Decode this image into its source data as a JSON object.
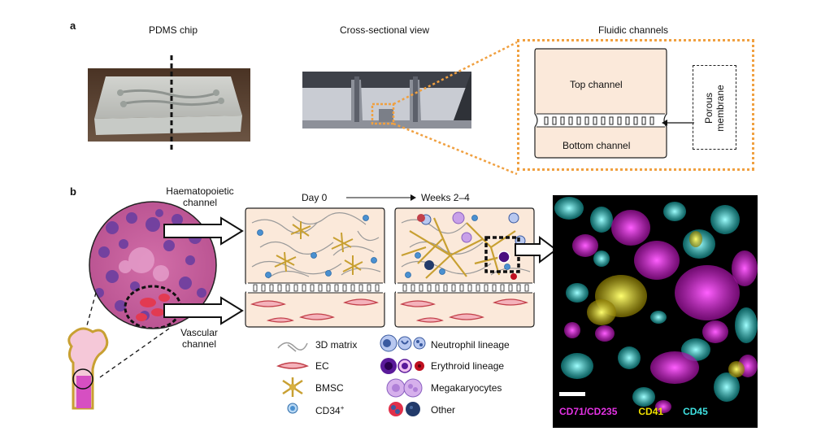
{
  "panel_a": {
    "letter": "a",
    "pdms_title": "PDMS chip",
    "cross_title": "Cross-sectional view",
    "fluidic_title": "Fluidic channels",
    "top_channel": "Top channel",
    "bottom_channel": "Bottom channel",
    "membrane_line1": "Porous",
    "membrane_line2": "membrane"
  },
  "panel_b": {
    "letter": "b",
    "haem_line1": "Haematopoietic",
    "haem_line2": "channel",
    "vasc_line1": "Vascular",
    "vasc_line2": "channel",
    "day0": "Day 0",
    "weeks": "Weeks 2–4",
    "legend": {
      "matrix": "3D matrix",
      "ec": "EC",
      "bmsc": "BMSC",
      "cd34": "CD34",
      "cd34_sup": "+",
      "neutrophil": "Neutrophil lineage",
      "erythroid": "Erythroid lineage",
      "megakaryocytes": "Megakaryocytes",
      "other": "Other"
    },
    "micrograph": {
      "stain1": "CD71/CD235",
      "stain2": "CD41",
      "stain3": "CD45",
      "color1": "#e633e6",
      "color2": "#f0e000",
      "color3": "#3fe0e0"
    }
  },
  "colors": {
    "dotted_orange": "#f0a040",
    "chamber_fill": "#fbe9da",
    "ec_red": "#c2404a",
    "bmsc_gold": "#c8a032",
    "cd34_blue": "#4a90d0"
  }
}
